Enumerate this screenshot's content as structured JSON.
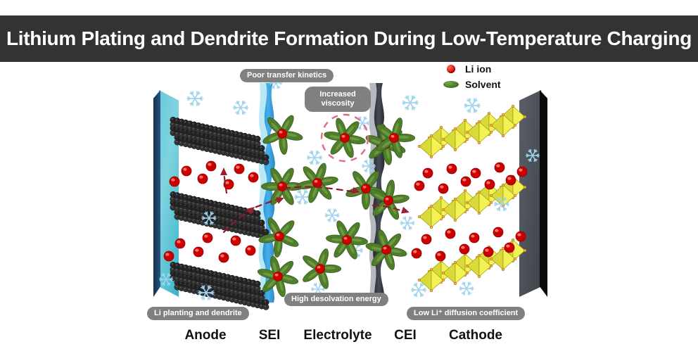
{
  "title": "Lithium Plating and Dendrite Formation During Low-Temperature Charging",
  "legend": {
    "items": [
      {
        "label": "Li ion",
        "marker": "red-circle-icon",
        "color": "#d60000"
      },
      {
        "label": "Solvent",
        "marker": "green-ellipse-icon",
        "color": "#4f7d2a"
      }
    ]
  },
  "callouts": [
    {
      "id": "poor-transfer-kinetics",
      "text": "Poor transfer kinetics"
    },
    {
      "id": "increased-viscosity",
      "text": "Increased viscosity"
    },
    {
      "id": "li-plating-dendrite",
      "text": "Li planting and dendrite"
    },
    {
      "id": "high-desolvation-energy",
      "text": "High desolvation energy"
    },
    {
      "id": "low-li-diffusion",
      "text": "Low Li⁺ diffusion coefficient"
    }
  ],
  "components": [
    {
      "id": "anode",
      "label": "Anode"
    },
    {
      "id": "sei",
      "label": "SEI"
    },
    {
      "id": "electrolyte",
      "label": "Electrolyte"
    },
    {
      "id": "cei",
      "label": "CEI"
    },
    {
      "id": "cathode",
      "label": "Cathode"
    }
  ],
  "colors": {
    "banner_background": "#333333",
    "banner_text": "#ffffff",
    "pill_background": "#808080",
    "anode_collector_face": "#66c8d8",
    "anode_collector_edge": "#1b3a5c",
    "cathode_collector_face": "#4a4f55",
    "cathode_collector_edge": "#07080a",
    "sei_layer": "#3aa5e0",
    "cei_layer": "#3b4049",
    "graphite": "#2b2b2b",
    "cathode_octahedra": "#e4e43a",
    "octahedra_vertex": "#e08020",
    "li_ion": "#d60000",
    "solvent_petal": "#4f7d2a",
    "snowflake": "#9fd4ef",
    "arrow": "#8b1a2b",
    "highlight_ring": "#e06a8a"
  }
}
